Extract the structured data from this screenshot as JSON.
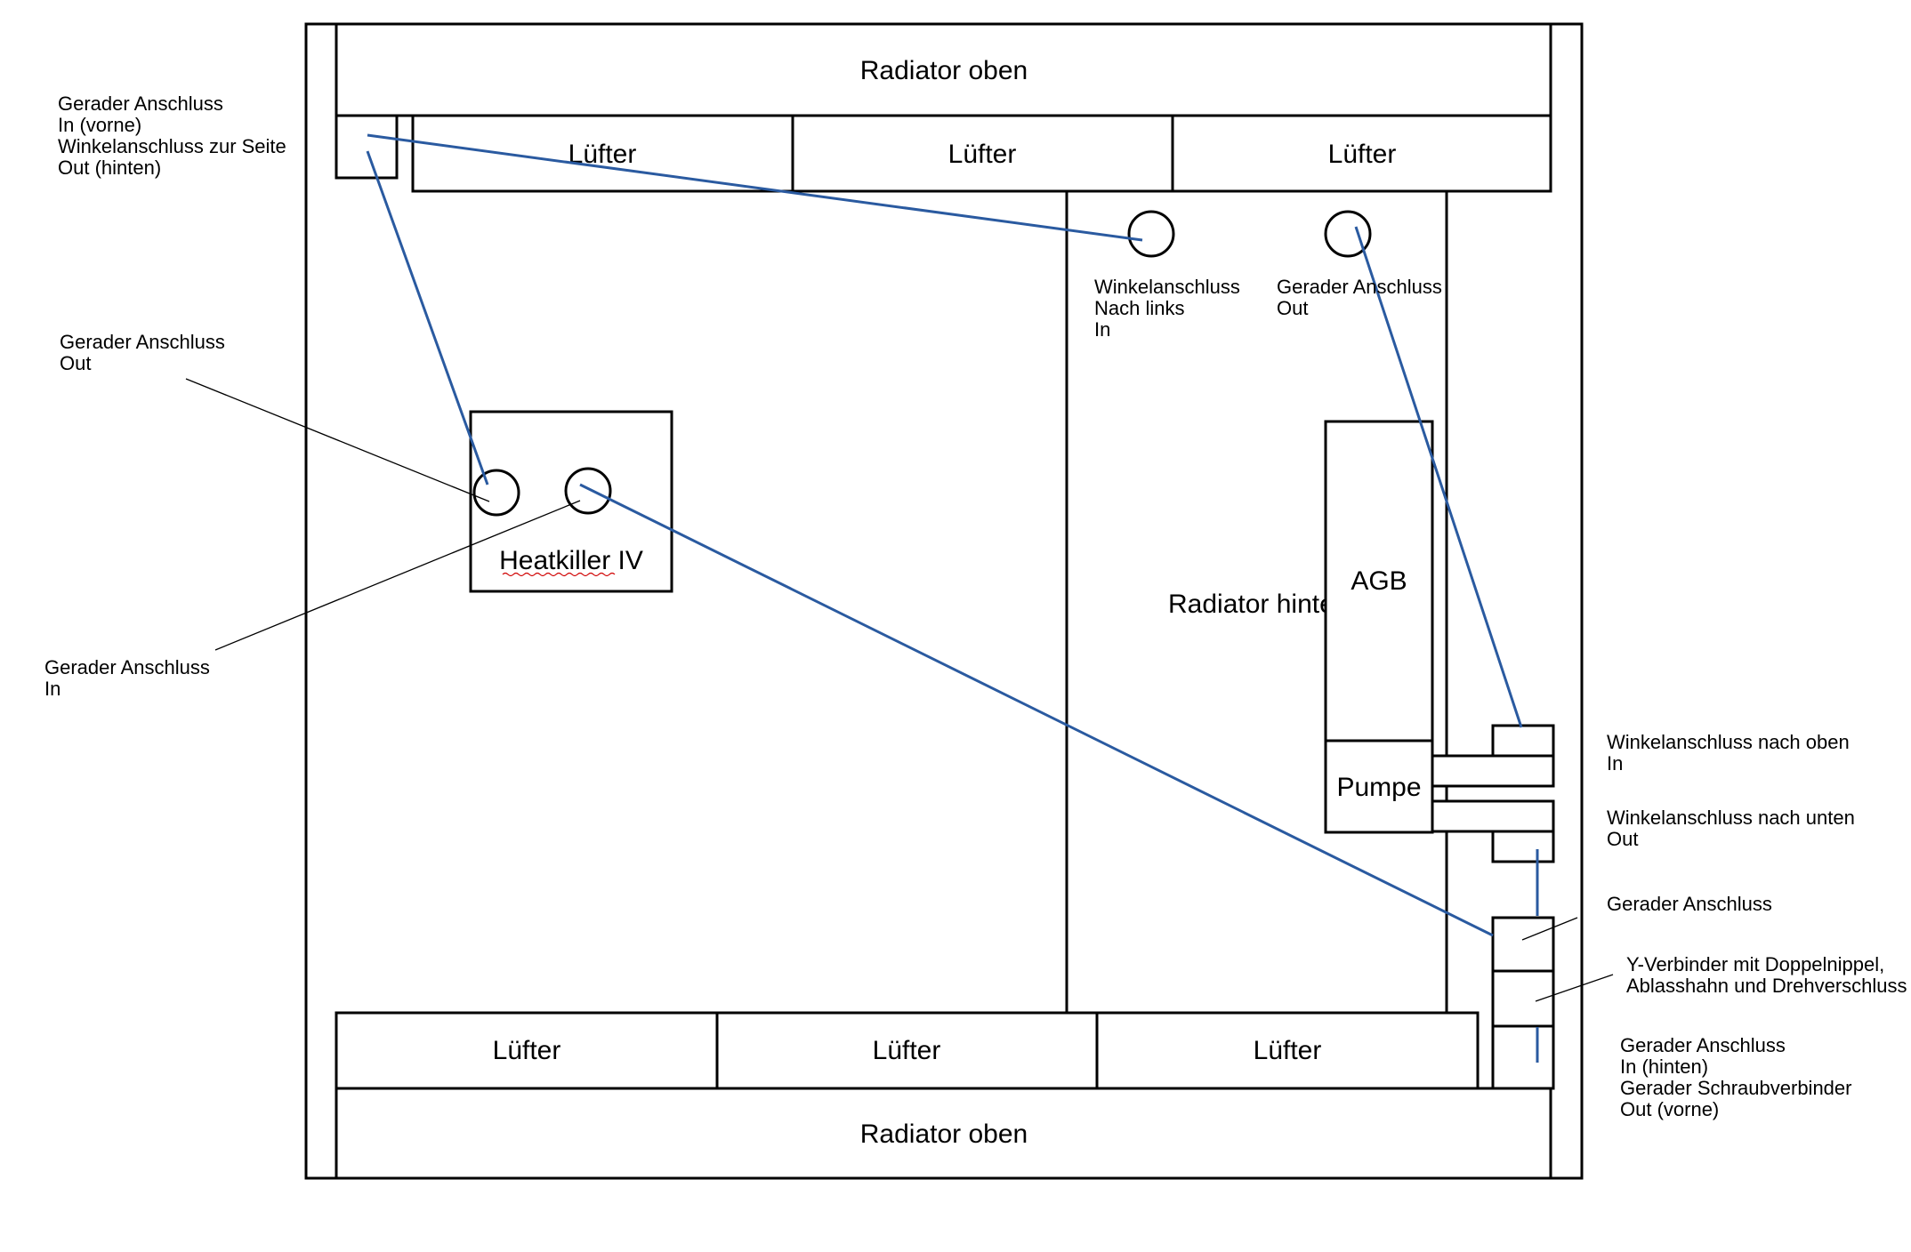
{
  "colors": {
    "pipe": "#2a5aa0",
    "line": "#000000",
    "spellcheck": "#d00000"
  },
  "labels": {
    "radiator_top": "Radiator oben",
    "radiator_bottom": "Radiator oben",
    "radiator_rear": "Radiator hinte",
    "fan": "Lüfter",
    "gpu_block": "Heatkiller IV",
    "reservoir": "AGB",
    "pump": "Pumpe"
  },
  "annotations": {
    "top_left": [
      "Gerader Anschluss",
      "In (vorne)",
      "Winkelanschluss zur Seite",
      "Out (hinten)"
    ],
    "gpu_out": [
      "Gerader Anschluss",
      "Out"
    ],
    "gpu_in": [
      "Gerader Anschluss",
      "In"
    ],
    "rear_left": [
      "Winkelanschluss",
      "Nach links",
      "In"
    ],
    "rear_right": [
      "Gerader Anschluss",
      "Out"
    ],
    "pump_up": [
      "Winkelanschluss nach oben",
      "In"
    ],
    "pump_down": [
      "Winkelanschluss nach unten",
      "Out"
    ],
    "straight": [
      "Gerader Anschluss"
    ],
    "y_splitter": [
      "Y-Verbinder mit Doppelnippel,",
      "Ablasshahn und Drehverschluss"
    ],
    "bottom_right": [
      "Gerader Anschluss",
      "In (hinten)",
      "Gerader Schraubverbinder",
      "Out (vorne)"
    ]
  }
}
